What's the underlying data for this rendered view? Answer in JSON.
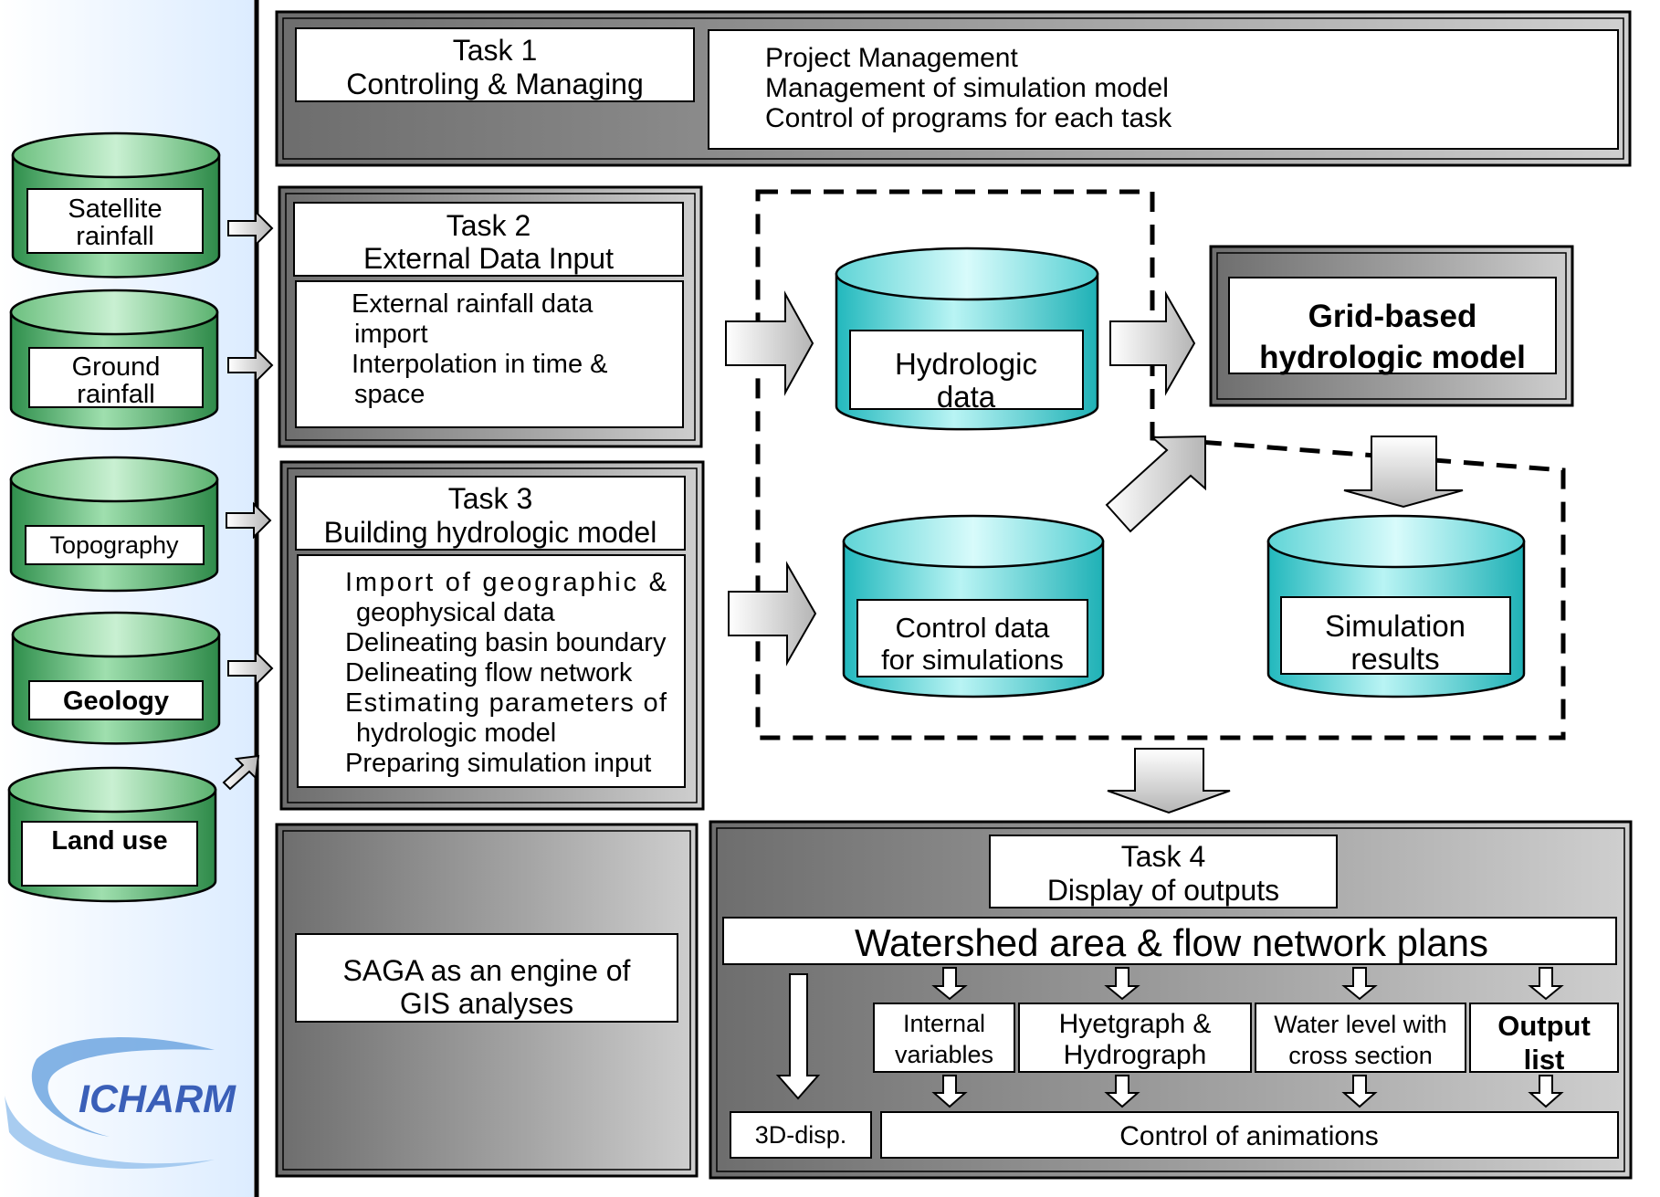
{
  "sources": [
    {
      "label1": "Satellite",
      "label2": "rainfall"
    },
    {
      "label1": "Ground",
      "label2": "rainfall"
    },
    {
      "label1": "Topography",
      "label2": ""
    },
    {
      "label1": "Geology",
      "label2": ""
    },
    {
      "label1": "Land use",
      "label2": ""
    }
  ],
  "task1": {
    "title1": "Task 1",
    "title2": "Controling & Managing",
    "items": [
      "Project Management",
      "Management of simulation model",
      "Control of programs for each task"
    ]
  },
  "task2": {
    "title1": "Task 2",
    "title2": "External Data Input",
    "lines": [
      "External rainfall data",
      "import",
      "Interpolation in time &",
      "space"
    ]
  },
  "task3": {
    "title1": "Task 3",
    "title2": "Building hydrologic model",
    "lines": [
      "Import   of   geographic   &",
      "geophysical data",
      "Delineating basin boundary",
      "Delineating flow network",
      "Estimating  parameters  of",
      "hydrologic model",
      "Preparing simulation input"
    ]
  },
  "saga": {
    "line1": "SAGA as an engine of",
    "line2": "GIS analyses"
  },
  "databases": {
    "hydrologic": {
      "line1": "Hydrologic",
      "line2": "data"
    },
    "control": {
      "line1": "Control data",
      "line2": "for simulations"
    },
    "results": {
      "line1": "Simulation",
      "line2": "results"
    }
  },
  "model": {
    "line1": "Grid-based",
    "line2": "hydrologic model"
  },
  "task4": {
    "title1": "Task 4",
    "title2": "Display of outputs",
    "banner": "Watershed area & flow network plans",
    "outputs": [
      {
        "line1": "Internal",
        "line2": "variables"
      },
      {
        "line1": "Hyetgraph &",
        "line2": "Hydrograph"
      },
      {
        "line1": "Water level with",
        "line2": "cross section"
      },
      {
        "line1": "Output",
        "line2": "list"
      }
    ],
    "disp3d": "3D-disp.",
    "animations": "Control of animations"
  },
  "logo": {
    "text": "ICHARM"
  },
  "colors": {
    "green_db": "#3fa860",
    "cyan_db": "#2ec8cc",
    "gray_panel": "#8c8c8c",
    "sidebar_bg": "#e6f2ff",
    "logo_blue": "#3a5fb8"
  }
}
